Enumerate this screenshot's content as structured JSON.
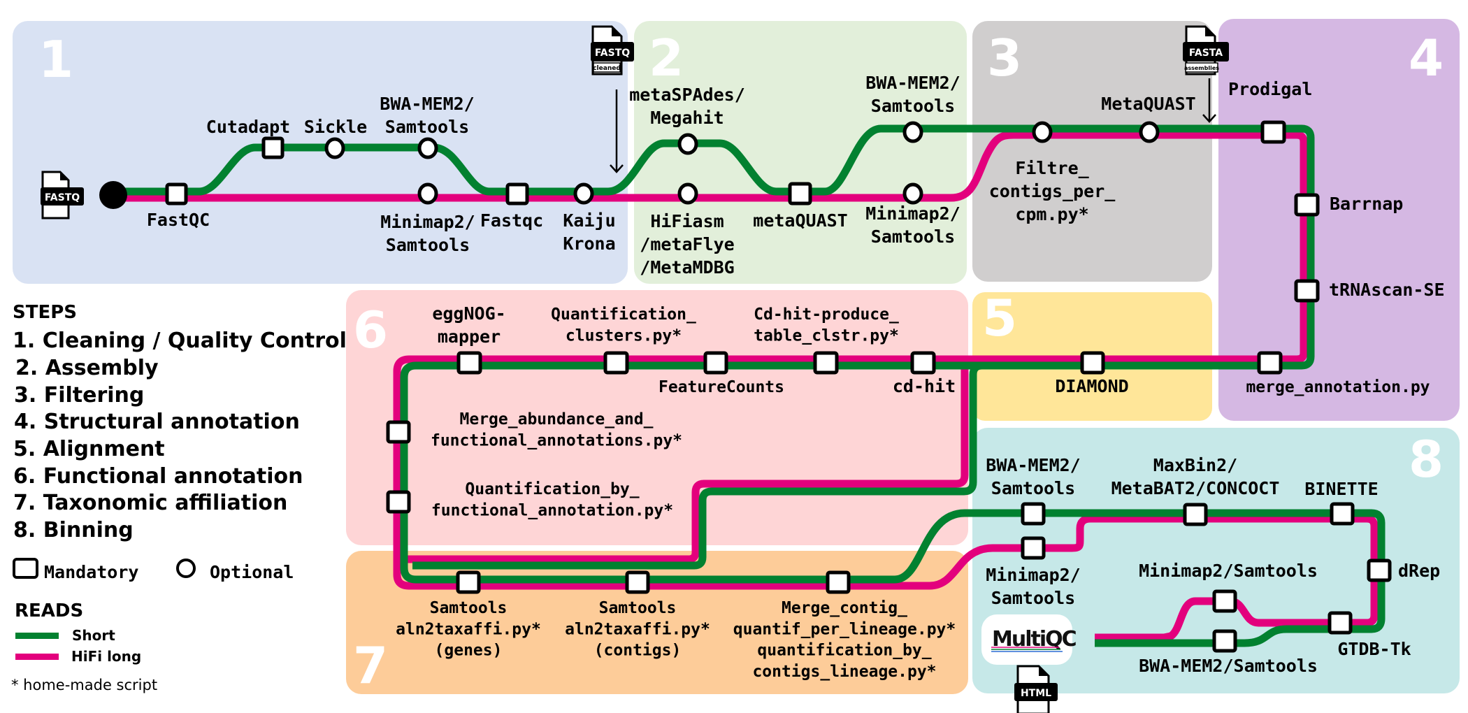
{
  "colors": {
    "short_reads": "#028130",
    "hifi_long_reads": "#e3007d",
    "panel_1": "#d9e2f3",
    "panel_2": "#e2efda",
    "panel_3": "#d0cece",
    "panel_4": "#d5b8e3",
    "panel_5": "#ffe699",
    "panel_6": "#fed5d6",
    "panel_7": "#fdcc99",
    "panel_8": "#c6e8e8"
  },
  "panels": [
    {
      "number": "1",
      "name": "Cleaning / Quality Control"
    },
    {
      "number": "2",
      "name": "Assembly"
    },
    {
      "number": "3",
      "name": "Filtering"
    },
    {
      "number": "4",
      "name": "Structural annotation"
    },
    {
      "number": "5",
      "name": "Alignment"
    },
    {
      "number": "6",
      "name": "Functional annotation"
    },
    {
      "number": "7",
      "name": "Taxonomic affiliation"
    },
    {
      "number": "8",
      "name": "Binning"
    }
  ],
  "files": {
    "fastq_input": {
      "label": "FASTQ",
      "sub": ""
    },
    "fastq_cleaned": {
      "label": "FASTQ",
      "sub": "cleaned"
    },
    "fasta_assemblies": {
      "label": "FASTA",
      "sub": "assemblies"
    },
    "html_report": {
      "label": "HTML",
      "sub": ""
    }
  },
  "multiqc": {
    "label": "MultiQC"
  },
  "stations": {
    "s1": {
      "fastqc": {
        "lines": [
          "FastQC"
        ],
        "type": "mandatory"
      },
      "cutadapt": {
        "lines": [
          "Cutadapt"
        ],
        "type": "mandatory"
      },
      "sickle": {
        "lines": [
          "Sickle"
        ],
        "type": "optional"
      },
      "bwa_short": {
        "lines": [
          "BWA-MEM2/",
          "Samtools"
        ],
        "type": "optional"
      },
      "minimap_long": {
        "lines": [
          "Minimap2/",
          "Samtools"
        ],
        "type": "optional"
      },
      "fastqc2": {
        "lines": [
          "Fastqc"
        ],
        "type": "mandatory"
      },
      "kaiju": {
        "lines": [
          "Kaiju",
          "Krona"
        ],
        "type": "optional"
      }
    },
    "s2": {
      "metaspades": {
        "lines": [
          "metaSPAdes/",
          "Megahit"
        ],
        "type": "optional"
      },
      "hifiasm": {
        "lines": [
          "HiFiasm",
          "/metaFlye",
          "/MetaMDBG"
        ],
        "type": "optional"
      },
      "metaquast": {
        "lines": [
          "metaQUAST"
        ],
        "type": "mandatory"
      },
      "bwa_short": {
        "lines": [
          "BWA-MEM2/",
          "Samtools"
        ],
        "type": "optional"
      },
      "minimap_long": {
        "lines": [
          "Minimap2/",
          "Samtools"
        ],
        "type": "optional"
      }
    },
    "s3": {
      "filtre": {
        "lines": [
          "Filtre_",
          "contigs_per_",
          "cpm.py*"
        ],
        "type": "optional"
      },
      "metaquast": {
        "lines": [
          "MetaQUAST"
        ],
        "type": "optional"
      }
    },
    "s4": {
      "prodigal": {
        "lines": [
          "Prodigal"
        ],
        "type": "mandatory"
      },
      "barrnap": {
        "lines": [
          "Barrnap"
        ],
        "type": "mandatory"
      },
      "trnascan": {
        "lines": [
          "tRNAscan-SE"
        ],
        "type": "mandatory"
      },
      "merge_annotation": {
        "lines": [
          "merge_annotation.py"
        ],
        "type": "mandatory"
      }
    },
    "s5": {
      "diamond": {
        "lines": [
          "DIAMOND"
        ],
        "type": "mandatory"
      }
    },
    "s6": {
      "cdhit": {
        "lines": [
          "cd-hit"
        ],
        "type": "mandatory"
      },
      "cdhit_table": {
        "lines": [
          "Cd-hit-produce_",
          "table_clstr.py*"
        ],
        "type": "mandatory"
      },
      "featurecounts": {
        "lines": [
          "FeatureCounts"
        ],
        "type": "mandatory"
      },
      "quant_clusters": {
        "lines": [
          "Quantification_",
          "clusters.py*"
        ],
        "type": "mandatory"
      },
      "eggnog": {
        "lines": [
          "eggNOG-",
          "mapper"
        ],
        "type": "mandatory"
      },
      "merge_abundance": {
        "lines": [
          "Merge_abundance_and_",
          "functional_annotations.py*"
        ],
        "type": "mandatory"
      },
      "quant_by_func": {
        "lines": [
          "Quantification_by_",
          "functional_annotation.py*"
        ],
        "type": "mandatory"
      }
    },
    "s7": {
      "samtools_genes": {
        "lines": [
          "Samtools",
          "aln2taxaffi.py*",
          "(genes)"
        ],
        "type": "mandatory"
      },
      "samtools_contigs": {
        "lines": [
          "Samtools",
          "aln2taxaffi.py*",
          "(contigs)"
        ],
        "type": "mandatory"
      },
      "merge_contig": {
        "lines": [
          "Merge_contig_",
          "quantif_per_lineage.py*",
          "quantification_by_",
          "contigs_lineage.py*"
        ],
        "type": "mandatory"
      }
    },
    "s8": {
      "bwa_short": {
        "lines": [
          "BWA-MEM2/",
          "Samtools"
        ],
        "type": "mandatory"
      },
      "minimap_long": {
        "lines": [
          "Minimap2/",
          "Samtools"
        ],
        "type": "mandatory"
      },
      "binners": {
        "lines": [
          "MaxBin2/",
          "MetaBAT2/CONCOCT"
        ],
        "type": "mandatory"
      },
      "binette": {
        "lines": [
          "BINETTE"
        ],
        "type": "mandatory"
      },
      "drep": {
        "lines": [
          "dRep"
        ],
        "type": "mandatory"
      },
      "gtdbtk": {
        "lines": [
          "GTDB-Tk"
        ],
        "type": "mandatory"
      },
      "minimap_samtools_mags": {
        "lines": [
          "Minimap2/Samtools"
        ],
        "type": "mandatory"
      },
      "bwa_samtools_mags": {
        "lines": [
          "BWA-MEM2/Samtools"
        ],
        "type": "mandatory"
      }
    }
  },
  "legend": {
    "steps_title": "STEPS",
    "steps": [
      "1. Cleaning / Quality Control",
      "2. Assembly",
      "3. Filtering",
      "4. Structural annotation",
      "5. Alignment",
      "6. Functional annotation",
      "7. Taxonomic affiliation",
      "8. Binning"
    ],
    "mandatory_label": "Mandatory",
    "optional_label": "Optional",
    "reads_title": "READS",
    "short_label": "Short",
    "hifi_label": "HiFi long",
    "footnote": "* home-made script"
  }
}
